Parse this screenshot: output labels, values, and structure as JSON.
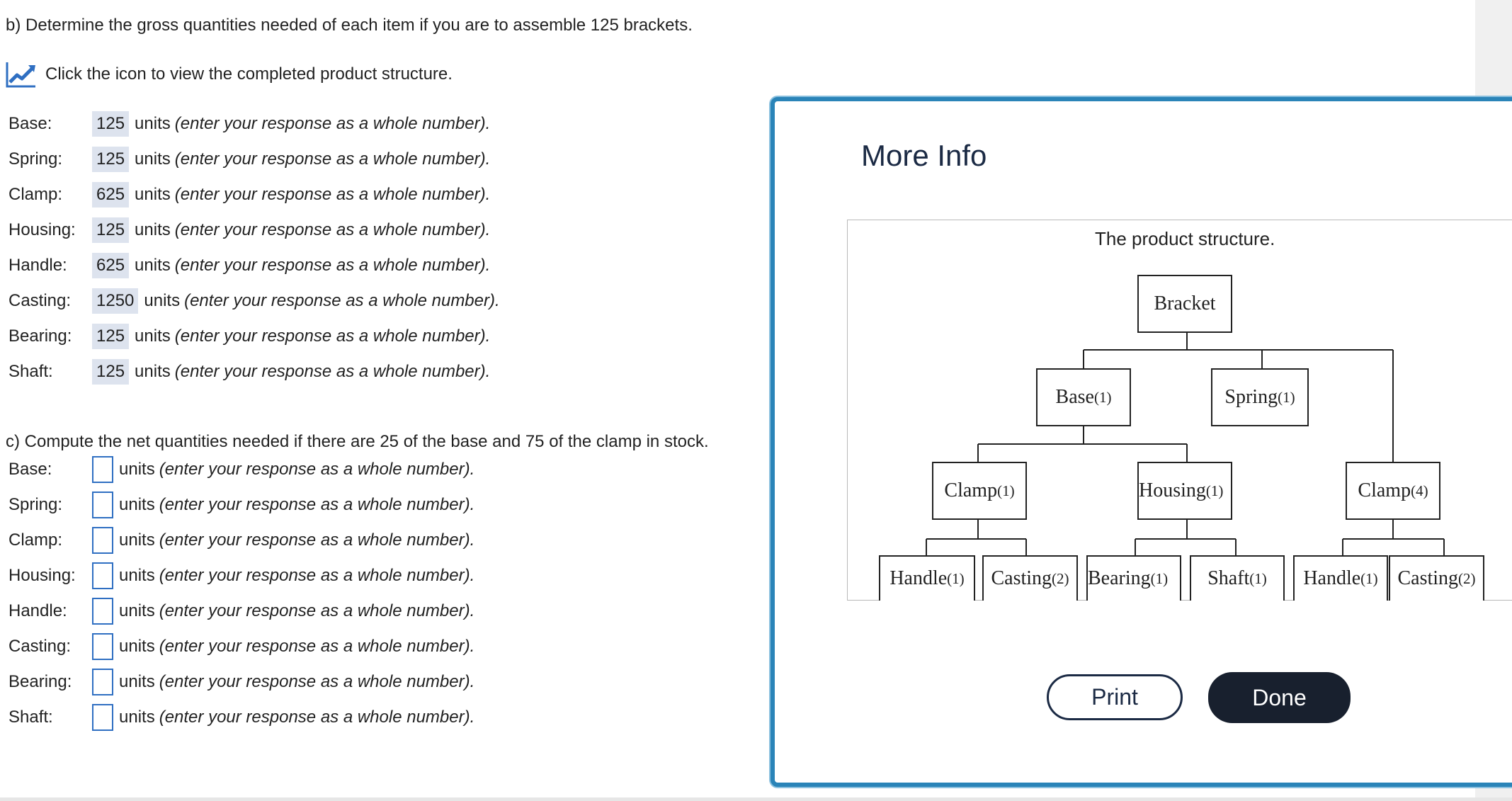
{
  "part_b": {
    "prompt": "b) Determine the gross quantities needed of each item if you are to assemble 125 brackets.",
    "icon_link_text": "Click the icon to view the completed product structure.",
    "units_word": "units",
    "hint": "(enter your response as a whole number).",
    "rows": [
      {
        "label": "Base:",
        "value": "125"
      },
      {
        "label": "Spring:",
        "value": "125"
      },
      {
        "label": "Clamp:",
        "value": "625"
      },
      {
        "label": "Housing:",
        "value": "125"
      },
      {
        "label": "Handle:",
        "value": "625"
      },
      {
        "label": "Casting:",
        "value": "1250"
      },
      {
        "label": "Bearing:",
        "value": "125"
      },
      {
        "label": "Shaft:",
        "value": "125"
      }
    ]
  },
  "part_c": {
    "prompt": "c) Compute the net quantities needed if there are 25 of the base and 75 of the clamp in stock.",
    "units_word": "units",
    "hint": "(enter your response as a whole number).",
    "rows": [
      {
        "label": "Base:",
        "value": ""
      },
      {
        "label": "Spring:",
        "value": ""
      },
      {
        "label": "Clamp:",
        "value": ""
      },
      {
        "label": "Housing:",
        "value": ""
      },
      {
        "label": "Handle:",
        "value": ""
      },
      {
        "label": "Casting:",
        "value": ""
      },
      {
        "label": "Bearing:",
        "value": ""
      },
      {
        "label": "Shaft:",
        "value": ""
      }
    ]
  },
  "dialog": {
    "title": "More Info",
    "caption": "The product structure.",
    "print_label": "Print",
    "done_label": "Done"
  },
  "tree": {
    "bracket": {
      "name": "Bracket",
      "qty": ""
    },
    "base": {
      "name": "Base",
      "qty": "(1)"
    },
    "spring": {
      "name": "Spring",
      "qty": "(1)"
    },
    "clamp1": {
      "name": "Clamp",
      "qty": "(1)"
    },
    "housing": {
      "name": "Housing",
      "qty": "(1)"
    },
    "clamp4": {
      "name": "Clamp",
      "qty": "(4)"
    },
    "handle1": {
      "name": "Handle",
      "qty": "(1)"
    },
    "casting1": {
      "name": "Casting",
      "qty": "(2)"
    },
    "bearing": {
      "name": "Bearing",
      "qty": "(1)"
    },
    "shaft": {
      "name": "Shaft",
      "qty": "(1)"
    },
    "handle2": {
      "name": "Handle",
      "qty": "(1)"
    },
    "casting2": {
      "name": "Casting",
      "qty": "(2)"
    }
  },
  "colors": {
    "answer_bg": "#dde3ee",
    "input_border": "#2f6fc2",
    "dialog_border": "#2a84b8",
    "done_bg": "#18202e"
  },
  "icons": {
    "product_structure_link": "chart-line-icon"
  }
}
